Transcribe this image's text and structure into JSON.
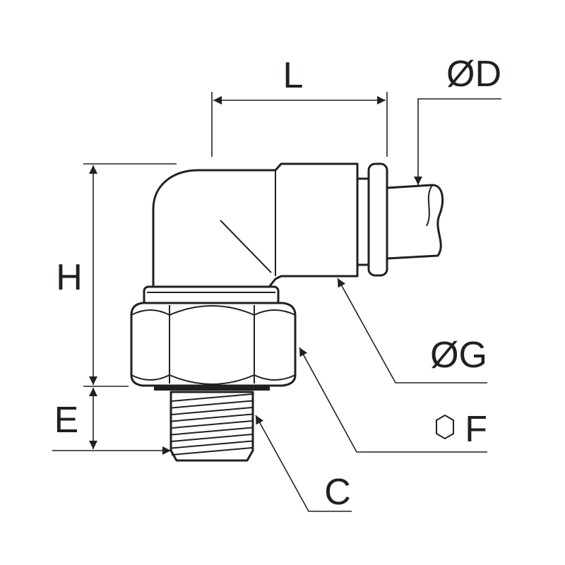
{
  "labels": {
    "L": "L",
    "D": "ØD",
    "H": "H",
    "G": "ØG",
    "E": "E",
    "F": "F",
    "C": "C"
  },
  "colors": {
    "ink": "#231f20",
    "background": "#ffffff"
  },
  "icons": {
    "hex": "hexagon-icon"
  }
}
